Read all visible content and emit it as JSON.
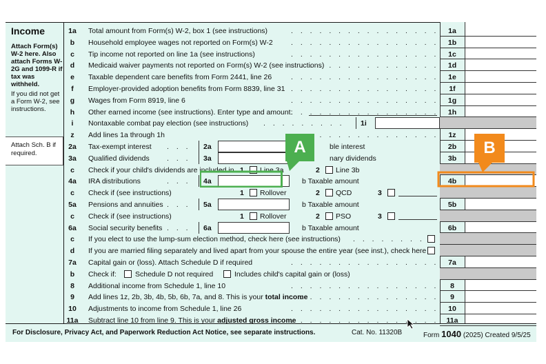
{
  "form": {
    "section_title": "Income",
    "side_note": {
      "bold": "Attach Form(s) W-2 here. Also attach Forms W-2G and 1099-R if tax was withheld.",
      "plain": "If you did not get a Form W-2, see instructions."
    },
    "attach_note": "Attach Sch. B if required.",
    "lines": [
      {
        "ln": "1a",
        "text": "Total amount from Form(s) W-2, box 1 (see instructions)",
        "box": "1a"
      },
      {
        "ln": "b",
        "text": "Household employee wages not reported on Form(s) W-2",
        "box": "1b"
      },
      {
        "ln": "c",
        "text": "Tip income not reported on line 1a (see instructions)",
        "box": "1c"
      },
      {
        "ln": "d",
        "text": "Medicaid waiver payments not reported on Form(s) W-2 (see instructions)",
        "box": "1d"
      },
      {
        "ln": "e",
        "text": "Taxable dependent care benefits from Form 2441, line 26",
        "box": "1e"
      },
      {
        "ln": "f",
        "text": "Employer-provided adoption benefits from Form 8839, line 31",
        "box": "1f"
      },
      {
        "ln": "g",
        "text": "Wages from Form 8919, line 6",
        "box": "1g"
      },
      {
        "ln": "h",
        "text": "Other earned income (see instructions). Enter type and amount:",
        "box": "1h"
      },
      {
        "ln": "i",
        "text": "Nontaxable combat pay election (see instructions)",
        "inner": "1i"
      },
      {
        "ln": "z",
        "text": "Add lines 1a through 1h",
        "box": "1z"
      },
      {
        "ln": "2a",
        "text": "Tax-exempt interest",
        "inner": "2a",
        "right_text": "ble interest",
        "box": "2b"
      },
      {
        "ln": "3a",
        "text": "Qualified dividends",
        "inner": "3a",
        "right_text": "nary dividends",
        "box": "3b"
      },
      {
        "ln": "c",
        "text": "Check if your child's dividends are included in",
        "opt1": "Line 3a",
        "opt2": "Line 3b"
      },
      {
        "ln": "4a",
        "text": "IRA distributions",
        "inner": "4a",
        "right_text": "b  Taxable amount",
        "box": "4b"
      },
      {
        "ln": "c",
        "text": "Check if (see instructions)",
        "opt1": "Rollover",
        "opt2": "QCD",
        "opt3": "3"
      },
      {
        "ln": "5a",
        "text": "Pensions and annuities",
        "inner": "5a",
        "right_text": "b  Taxable amount",
        "box": "5b"
      },
      {
        "ln": "c",
        "text": "Check if (see instructions)",
        "opt1": "Rollover",
        "opt2": "PSO",
        "opt3": "3"
      },
      {
        "ln": "6a",
        "text": "Social security benefits",
        "inner": "6a",
        "right_text": "b  Taxable amount",
        "box": "6b"
      },
      {
        "ln": "c",
        "text": "If you elect to use the lump-sum election method, check here (see instructions)"
      },
      {
        "ln": "d",
        "text": "If you are married filing separately and lived apart from your spouse the entire year (see inst.), check here"
      },
      {
        "ln": "7a",
        "text": "Capital gain or (loss). Attach Schedule D if required",
        "box": "7a"
      },
      {
        "ln": "b",
        "text": "Check if:",
        "opt1": "Schedule D not required",
        "opt2": "Includes child's capital gain or (loss)"
      },
      {
        "ln": "8",
        "text": "Additional income from Schedule 1, line 10",
        "box": "8"
      },
      {
        "ln": "9",
        "text": "Add lines 1z, 2b, 3b, 4b, 5b, 6b, 7a, and 8. This is your",
        "bold_tail": "total income",
        "box": "9"
      },
      {
        "ln": "10",
        "text": "Adjustments to income from Schedule 1, line 26",
        "box": "10"
      },
      {
        "ln": "11a",
        "text": "Subtract line 10 from line 9. This is your",
        "bold_tail": "adjusted gross income",
        "box": "11a"
      }
    ],
    "opt_nums": {
      "one": "1",
      "two": "2",
      "three": "3"
    }
  },
  "footer": {
    "left": "For Disclosure, Privacy Act, and Paperwork Reduction Act Notice, see separate instructions.",
    "cat": "Cat. No. 11320B",
    "form_label": "Form",
    "form_num": "1040",
    "form_tail": "(2025) Created 9/5/25"
  },
  "callouts": {
    "a": {
      "label": "A",
      "color": "#4caf50"
    },
    "b": {
      "label": "B",
      "color": "#f28a1c"
    }
  }
}
